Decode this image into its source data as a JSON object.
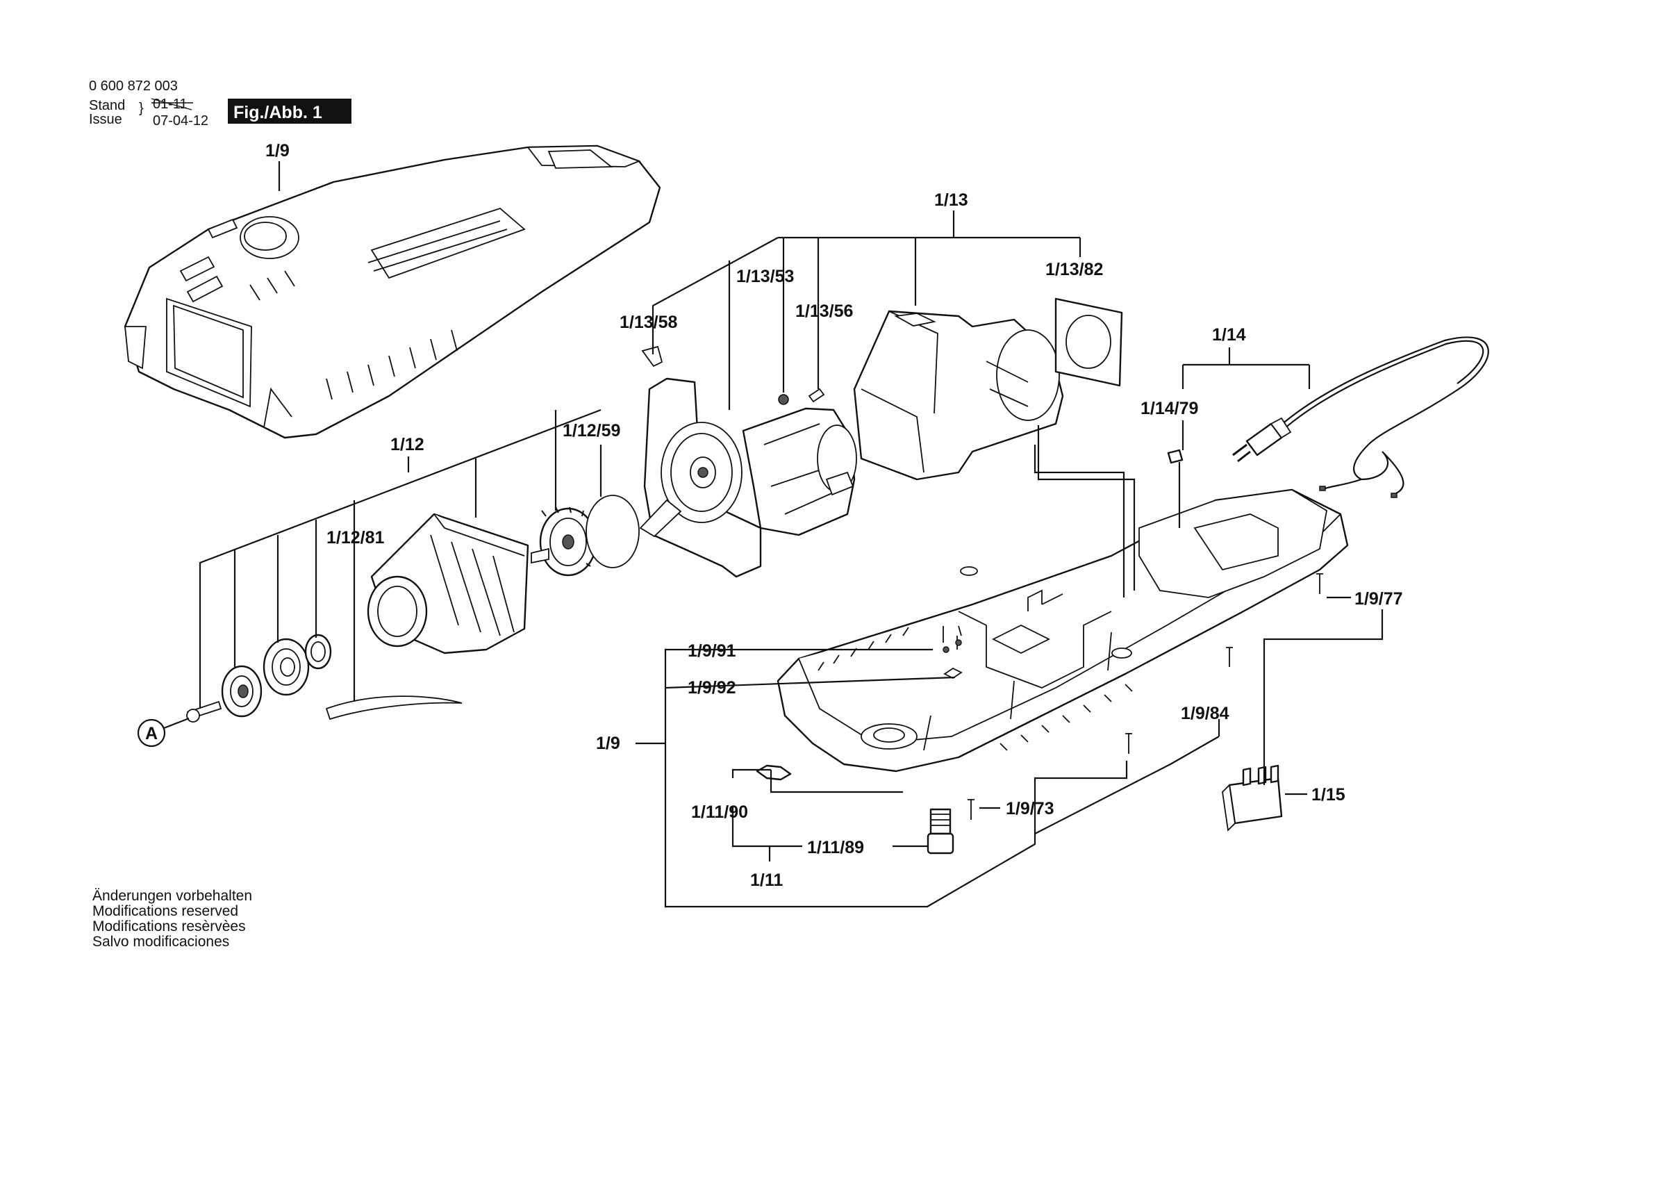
{
  "header": {
    "doc_number": "0 600 872 003",
    "stand_label": "Stand",
    "issue_label": "Issue",
    "stand_date_struck": "01-11",
    "issue_date": "07-04-12",
    "figure_label": "Fig./Abb. 1"
  },
  "callouts": {
    "c_1_9_top": "1/9",
    "c_1_13": "1/13",
    "c_1_13_53": "1/13/53",
    "c_1_13_82": "1/13/82",
    "c_1_13_58": "1/13/58",
    "c_1_13_56": "1/13/56",
    "c_1_14": "1/14",
    "c_1_14_79": "1/14/79",
    "c_1_12": "1/12",
    "c_1_12_59": "1/12/59",
    "c_1_12_81": "1/12/81",
    "c_1_9_77": "1/9/77",
    "c_1_9_91": "1/9/91",
    "c_1_9_92": "1/9/92",
    "c_1_9_84": "1/9/84",
    "c_1_9_left": "1/9",
    "c_1_15": "1/15",
    "c_1_9_73": "1/9/73",
    "c_1_11_90": "1/11/90",
    "c_1_11_89": "1/11/89",
    "c_1_11": "1/11",
    "c_A": "A"
  },
  "footer_notes": [
    "Änderungen vorbehalten",
    "Modifications reserved",
    "Modifications resèrvèes",
    "Salvo modificaciones"
  ]
}
